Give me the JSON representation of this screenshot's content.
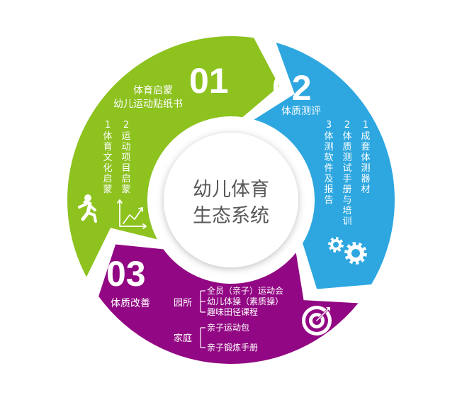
{
  "center": {
    "line1": "幼儿体育",
    "line2": "生态系统"
  },
  "segments": [
    {
      "number": "01",
      "color": "#8dc21f",
      "title_line1": "体育启蒙",
      "title_line2": "幼儿运动贴纸书",
      "items": [
        {
          "index": "1",
          "text": "体育文化启蒙"
        },
        {
          "index": "2",
          "text": "运动项目启蒙"
        }
      ],
      "icons": [
        "running-person-icon",
        "growth-chart-icon"
      ]
    },
    {
      "number": "02",
      "color": "#2ea7e0",
      "title": "体质测评",
      "items": [
        {
          "index": "1",
          "text": "成套体测器材"
        },
        {
          "index": "2",
          "text": "体质测试手册与培训"
        },
        {
          "index": "3",
          "text": "体测软件及报告"
        }
      ],
      "icons": [
        "gears-icon"
      ]
    },
    {
      "number": "03",
      "color": "#920783",
      "title": "体质改善",
      "groups": [
        {
          "label": "园所",
          "items": [
            "全员（亲子）运动会",
            "幼儿体操（素质操）",
            "趣味田径课程"
          ]
        },
        {
          "label": "家庭",
          "items": [
            "亲子运动包",
            "亲子锻炼手册"
          ]
        }
      ],
      "icons": [
        "target-icon"
      ]
    }
  ]
}
